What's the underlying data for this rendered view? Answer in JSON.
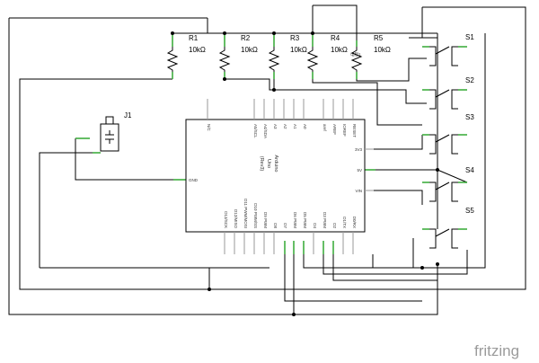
{
  "resistors": [
    {
      "ref": "R1",
      "value": "10kΩ"
    },
    {
      "ref": "R2",
      "value": "10kΩ"
    },
    {
      "ref": "R3",
      "value": "10kΩ"
    },
    {
      "ref": "R4",
      "value": "10kΩ"
    },
    {
      "ref": "R5",
      "value": "10kΩ"
    }
  ],
  "r4_extra": "电阻1",
  "switches": [
    "S1",
    "S2",
    "S3",
    "S4",
    "S5"
  ],
  "connector": {
    "ref": "J1"
  },
  "arduino": {
    "name": "Arduino",
    "model": "Uno",
    "rev": "(Rev3)",
    "top_pins": [
      "N/C",
      "A5/SCL",
      "A4/SDA",
      "A3",
      "A2",
      "A1",
      "A0",
      "aref",
      "AREF",
      "IOREF",
      "RESET"
    ],
    "right_pins": [
      "3V3",
      "5V",
      "VIN"
    ],
    "left_pins": [
      "GND"
    ],
    "bottom_pins": [
      "D13/SCK",
      "D12/MISO",
      "D11 PWM/MOSI",
      "D10 PWM/SS",
      "D9 PWM",
      "D8",
      "D7",
      "D6 PWM",
      "D5 PWM",
      "D4",
      "D3 PWM",
      "D2",
      "D1/TX",
      "D0/RX"
    ]
  },
  "logo": "fritzing"
}
